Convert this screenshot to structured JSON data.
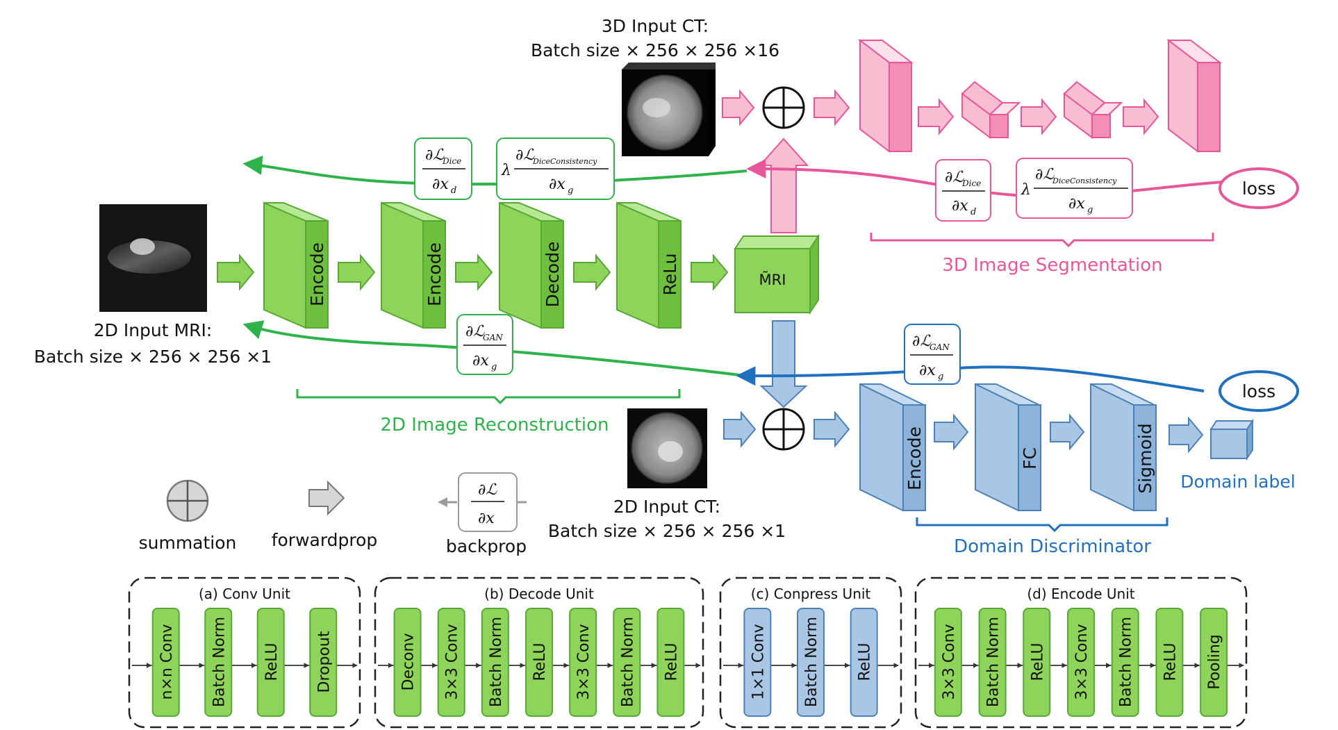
{
  "ct3d": {
    "title": "3D Input CT:",
    "size": "Batch size × 256 × 256 ×16"
  },
  "mri2d": {
    "title": "2D Input MRI:",
    "size": "Batch size × 256 × 256 ×1"
  },
  "ct2d": {
    "title": "2D Input CT:",
    "size": "Batch size × 256 × 256 ×1"
  },
  "reconstruction": {
    "blocks": [
      "Encode",
      "Encode",
      "Decode",
      "ReLu"
    ],
    "output": "M̃RI",
    "label": "2D Image Reconstruction"
  },
  "segmentation": {
    "label": "3D Image Segmentation",
    "loss": "loss"
  },
  "discriminator": {
    "blocks": [
      "Encode",
      "FC",
      "Sigmoid"
    ],
    "label": "Domain Discriminator",
    "output_label": "Domain label",
    "loss": "loss"
  },
  "gradients": {
    "dice": {
      "num": "∂ℒ",
      "num_sub": "Dice",
      "den": "∂x",
      "den_sub": "d"
    },
    "consistency": {
      "lambda": "λ",
      "num": "∂ℒ",
      "num_sub": "DiceConsistency",
      "den": "∂x",
      "den_sub": "g"
    },
    "gan": {
      "num": "∂ℒ",
      "num_sub": "GAN",
      "den": "∂x",
      "den_sub": "g"
    }
  },
  "legend": {
    "summation": "summation",
    "forwardprop": "forwardprop",
    "backprop": "backprop",
    "backprop_num": "∂ℒ",
    "backprop_den": "∂x"
  },
  "units": [
    {
      "title": "(a) Conv Unit",
      "type": "conv",
      "layers": [
        "n×n Conv",
        "Batch Norm",
        "ReLU",
        "Dropout"
      ]
    },
    {
      "title": "(b) Decode Unit",
      "type": "conv",
      "layers": [
        "Deconv",
        "3×3 Conv",
        "Batch Norm",
        "ReLU",
        "3×3 Conv",
        "Batch Norm",
        "ReLU"
      ]
    },
    {
      "title": "(c) Conpress Unit",
      "type": "compress",
      "layers": [
        "1×1 Conv",
        "Batch Norm",
        "ReLU"
      ]
    },
    {
      "title": "(d) Encode Unit",
      "type": "conv",
      "layers": [
        "3×3 Conv",
        "Batch Norm",
        "ReLU",
        "3×3 Conv",
        "Batch Norm",
        "ReLU",
        "Pooling"
      ]
    }
  ],
  "colors": {
    "green_fill": "#8fd45a",
    "green_line": "#55a832",
    "green_text": "#2db34a",
    "pink_fill": "#f9bdd2",
    "pink_line": "#e8569a",
    "pink_text": "#e8569a",
    "blue_fill": "#a9c6e4",
    "blue_line": "#4a82b8",
    "blue_text": "#2070c0",
    "gray_fill": "#d6d6d6",
    "gray_line": "#777777"
  }
}
